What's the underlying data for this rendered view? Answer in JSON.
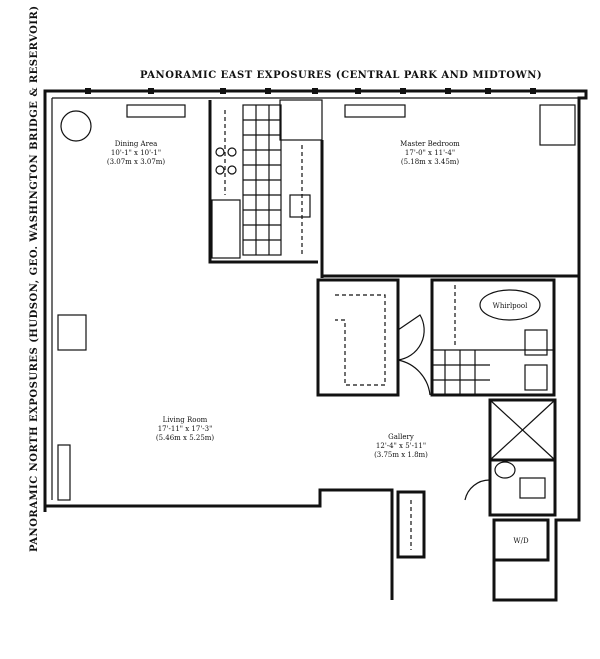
{
  "headers": {
    "east": "PANORAMIC EAST EXPOSURES  (CENTRAL PARK AND MIDTOWN)",
    "north": "PANORAMIC NORTH EXPOSURES (HUDSON, GEO. WASHINGTON BRIDGE & RESERVOIR)"
  },
  "rooms": {
    "dining": {
      "name": "Dining Area",
      "imperial": "10'-1\" x 10'-1\"",
      "metric": "(3.07m x 3.07m)"
    },
    "bedroom": {
      "name": "Master Bedroom",
      "imperial": "17'-0\" x 11'-4\"",
      "metric": "(5.18m x 3.45m)"
    },
    "living": {
      "name": "Living Room",
      "imperial": "17'-11\" x 17'-3\"",
      "metric": "(5.46m x 5.25m)"
    },
    "gallery": {
      "name": "Gallery",
      "imperial": "12'-4\" x 5'-11\"",
      "metric": "(3.75m x 1.8m)"
    }
  },
  "fixtures": {
    "whirlpool": "Whirlpool",
    "washer_dryer": "W/D"
  }
}
